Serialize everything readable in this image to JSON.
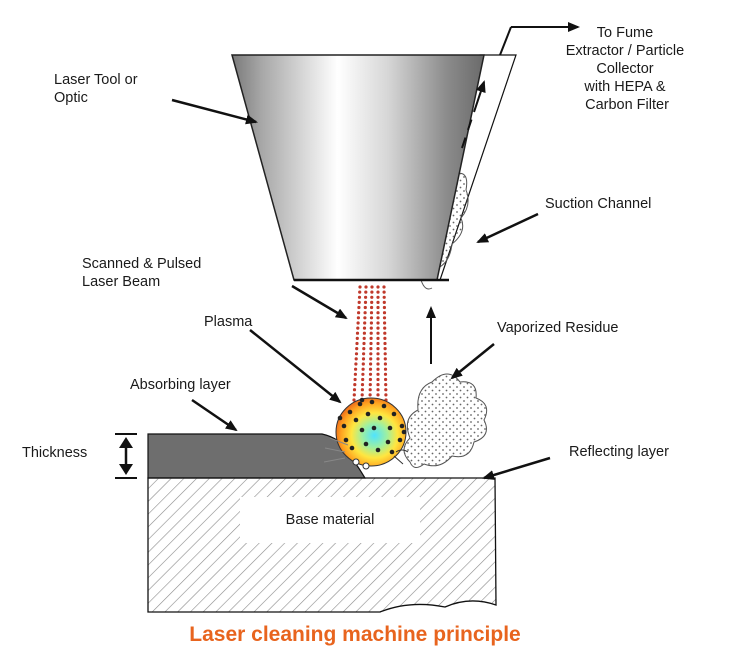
{
  "diagram": {
    "labels": {
      "laser_tool": [
        "Laser Tool or",
        "Optic"
      ],
      "fume_extractor": [
        "To Fume",
        "Extractor / Particle",
        "Collector",
        "with HEPA &",
        "Carbon Filter"
      ],
      "suction_channel": "Suction Channel",
      "laser_beam": [
        "Scanned & Pulsed",
        "Laser Beam"
      ],
      "plasma": "Plasma",
      "vaporized_residue": "Vaporized Residue",
      "absorbing_layer": "Absorbing layer",
      "thickness": "Thickness",
      "reflecting_layer": "Reflecting layer",
      "base_material": "Base material"
    },
    "caption": "Laser cleaning machine principle",
    "colors": {
      "caption": "#e8641e",
      "beam": "#c0392b",
      "absorbing_layer": "#6e6e6e",
      "hatch": "#8a8a8a",
      "line": "#111111"
    }
  }
}
